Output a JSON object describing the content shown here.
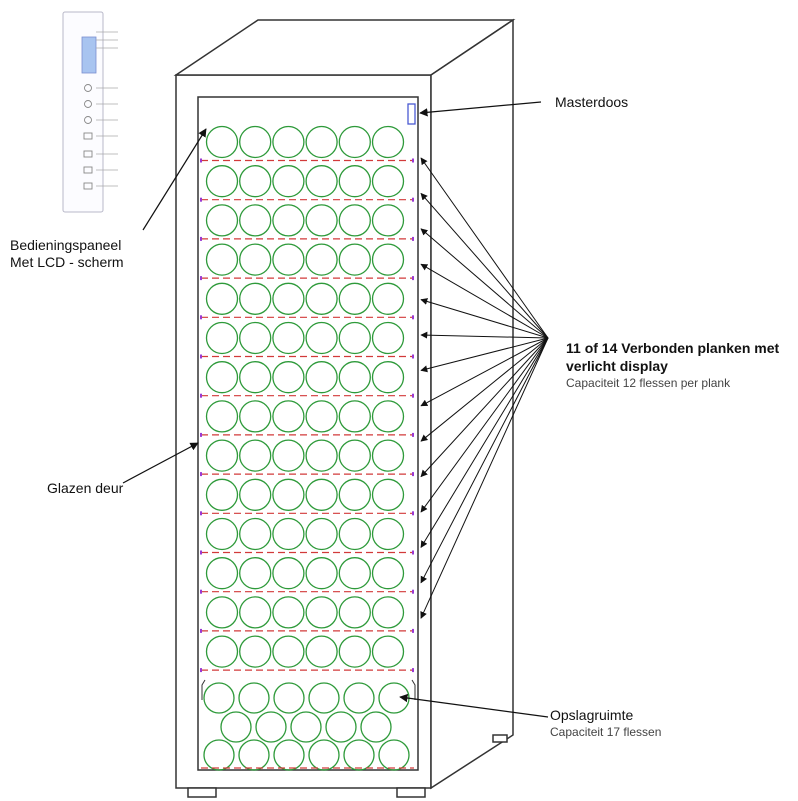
{
  "labels": {
    "masterbox": "Masterdoos",
    "control_panel_line1": "Bedieningspaneel",
    "control_panel_line2": "Met LCD - scherm",
    "shelves_title_line1": "11 of 14 Verbonden planken met",
    "shelves_title_line2": "verlicht display",
    "shelves_capacity": "Capaciteit 12 flessen per plank",
    "glass_door": "Glazen deur",
    "storage_title": "Opslagruimte",
    "storage_capacity": "Capaciteit 17 flessen"
  },
  "cabinet": {
    "shelf_count": 14,
    "bottles_per_shelf": 6,
    "storage_rows": [
      6,
      5,
      6
    ]
  },
  "colors": {
    "outline": "#333333",
    "bottle": "#2e9a3a",
    "shelf_red": "#d23a3a",
    "shelf_purple": "#9a3ad2",
    "masterbox": "#4a5ad2",
    "panel_border": "#b8b8c8",
    "panel_screen": "#a8c4f0"
  }
}
